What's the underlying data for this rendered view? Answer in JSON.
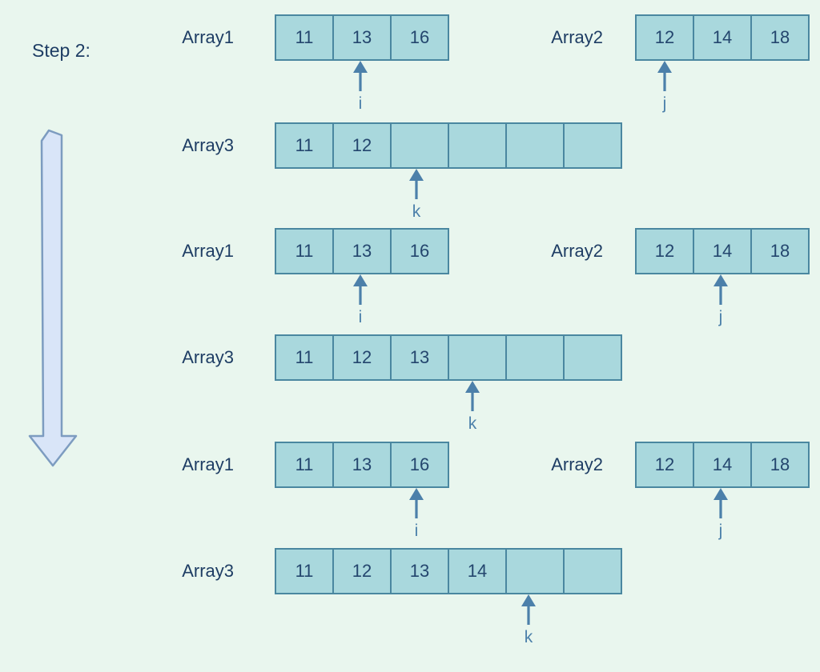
{
  "title": "Step 2:",
  "colors": {
    "background": "#e9f6ee",
    "cell_fill": "#a9d8dd",
    "cell_border": "#4a87a0",
    "label_text": "#1e3d64",
    "number_text": "#24466e",
    "pointer_arrow": "#4c80aa",
    "big_arrow_fill": "#d9e5f8",
    "big_arrow_border": "#7d9cc0"
  },
  "groups": [
    {
      "rows": [
        {
          "label": "Array1",
          "cells": [
            "11",
            "13",
            "16",
            "",
            "",
            ""
          ],
          "cell_count": 3,
          "pointer_label": "i",
          "pointer_cell": 1
        },
        {
          "label": "Array2",
          "cells": [
            "12",
            "14",
            "18",
            "",
            "",
            ""
          ],
          "cell_count": 3,
          "pointer_label": "j",
          "pointer_cell": 0
        },
        {
          "label": "Array3",
          "cells": [
            "11",
            "12",
            "",
            "",
            "",
            ""
          ],
          "cell_count": 6,
          "pointer_label": "k",
          "pointer_cell": 2
        }
      ]
    },
    {
      "rows": [
        {
          "label": "Array1",
          "cells": [
            "11",
            "13",
            "16",
            "",
            "",
            ""
          ],
          "cell_count": 3,
          "pointer_label": "i",
          "pointer_cell": 1
        },
        {
          "label": "Array2",
          "cells": [
            "12",
            "14",
            "18",
            "",
            "",
            ""
          ],
          "cell_count": 3,
          "pointer_label": "j",
          "pointer_cell": 1
        },
        {
          "label": "Array3",
          "cells": [
            "11",
            "12",
            "13",
            "",
            "",
            ""
          ],
          "cell_count": 6,
          "pointer_label": "k",
          "pointer_cell": 3
        }
      ]
    },
    {
      "rows": [
        {
          "label": "Array1",
          "cells": [
            "11",
            "13",
            "16",
            "",
            "",
            ""
          ],
          "cell_count": 3,
          "pointer_label": "i",
          "pointer_cell": 2
        },
        {
          "label": "Array2",
          "cells": [
            "12",
            "14",
            "18",
            "",
            "",
            ""
          ],
          "cell_count": 3,
          "pointer_label": "j",
          "pointer_cell": 1
        },
        {
          "label": "Array3",
          "cells": [
            "11",
            "12",
            "13",
            "14",
            "",
            ""
          ],
          "cell_count": 6,
          "pointer_label": "k",
          "pointer_cell": 4
        }
      ]
    }
  ]
}
